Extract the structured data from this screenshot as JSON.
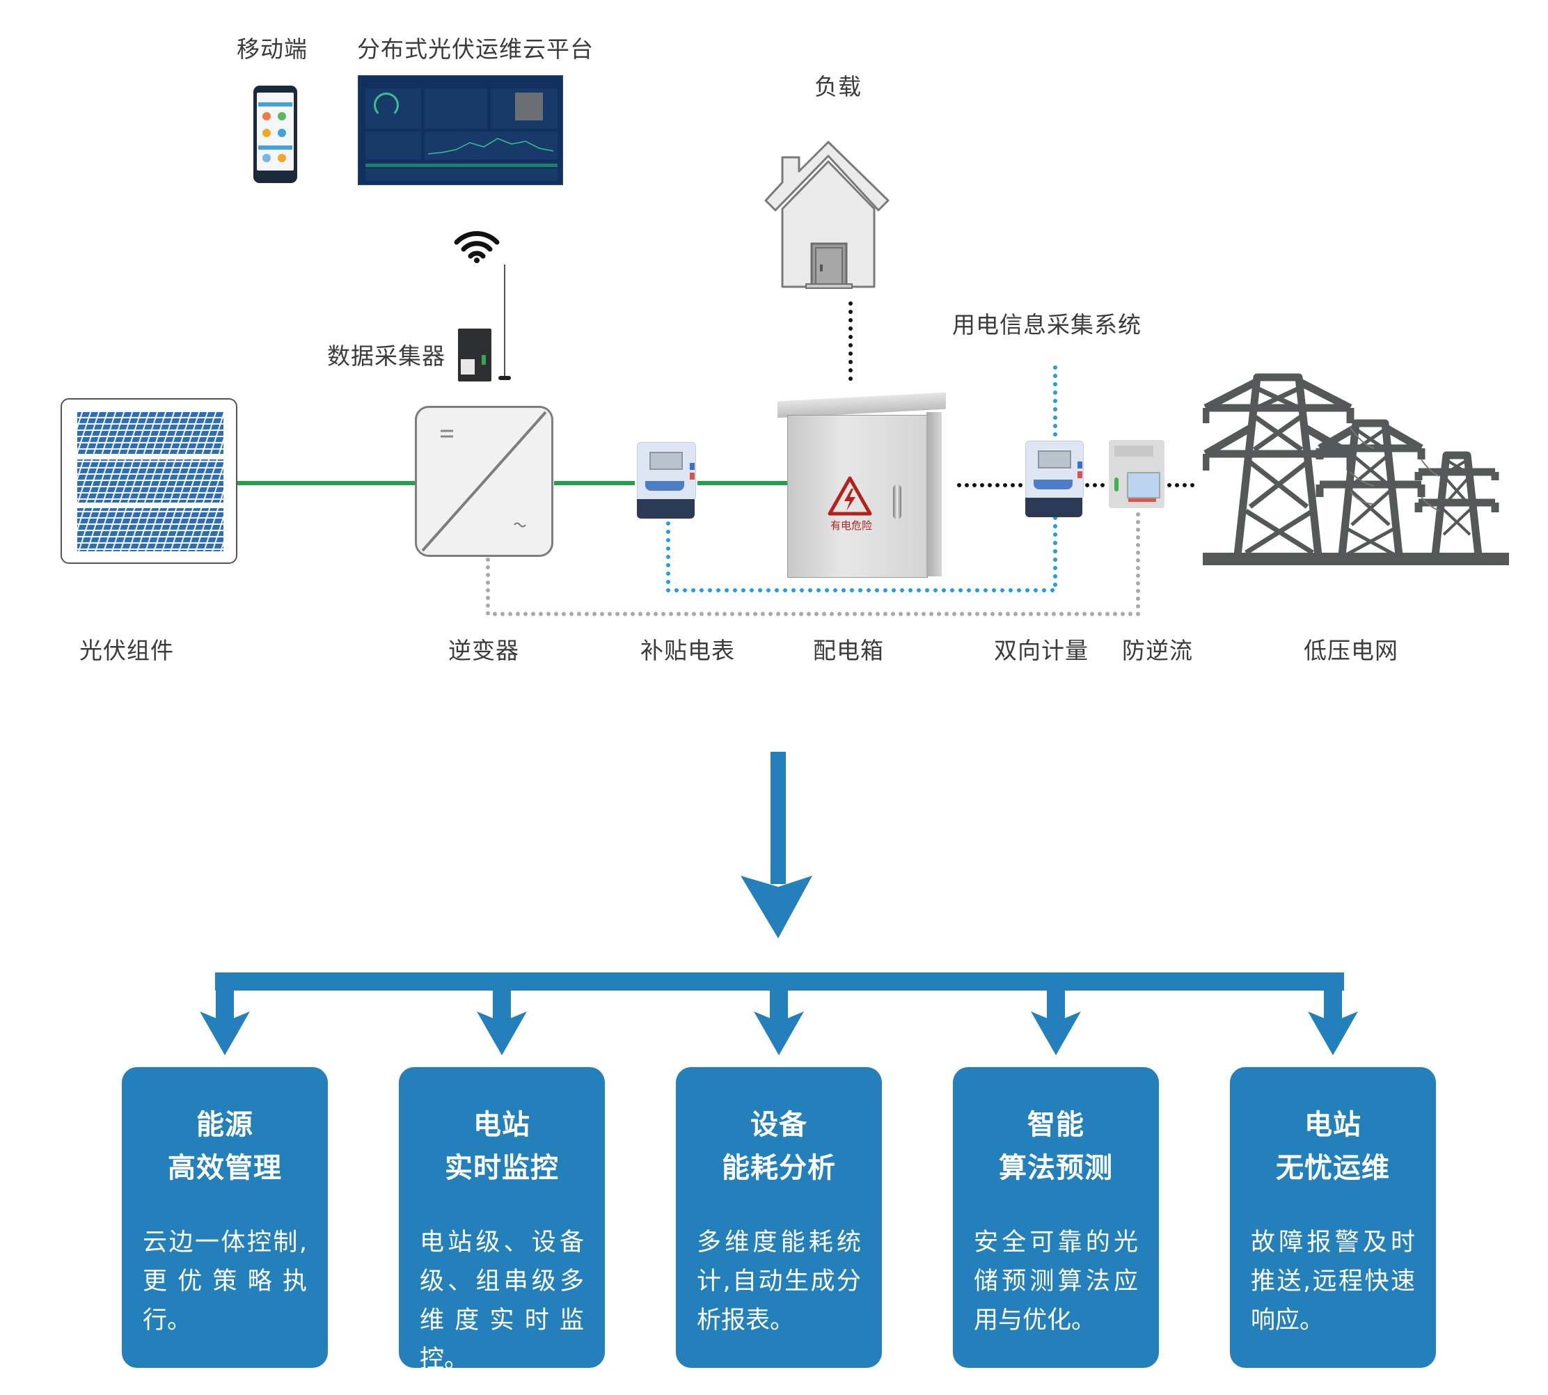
{
  "diagram": {
    "top_labels": {
      "mobile": "移动端",
      "cloud_platform": "分布式光伏运维云平台",
      "load": "负载",
      "data_collector": "数据采集器",
      "info_system": "用电信息采集系统"
    },
    "components": [
      {
        "id": "pv",
        "label": "光伏组件"
      },
      {
        "id": "inverter",
        "label": "逆变器"
      },
      {
        "id": "subsidy-meter",
        "label": "补贴电表"
      },
      {
        "id": "distribution-box",
        "label": "配电箱"
      },
      {
        "id": "bidirectional-meter",
        "label": "双向计量"
      },
      {
        "id": "anti-reflux",
        "label": "防逆流"
      },
      {
        "id": "grid",
        "label": "低压电网"
      }
    ],
    "cabinet_warning": "有电危险",
    "colors": {
      "power_line": "#1fa24a",
      "data_line_blue": "#1e9fe3",
      "data_line_gray": "#a9a9a9",
      "data_line_black": "#111111",
      "accent_blue": "#2480bb",
      "tower_gray": "#555859"
    }
  },
  "features": [
    {
      "title1": "能源",
      "title2": "高效管理",
      "body": "云边一体控制,更优策略执行。"
    },
    {
      "title1": "电站",
      "title2": "实时监控",
      "body": "电站级、设备级、组串级多维度实时监控。"
    },
    {
      "title1": "设备",
      "title2": "能耗分析",
      "body": "多维度能耗统计,自动生成分析报表。"
    },
    {
      "title1": "智能",
      "title2": "算法预测",
      "body": "安全可靠的光储预测算法应用与优化。"
    },
    {
      "title1": "电站",
      "title2": "无忧运维",
      "body": "故障报警及时推送,远程快速响应。"
    }
  ]
}
